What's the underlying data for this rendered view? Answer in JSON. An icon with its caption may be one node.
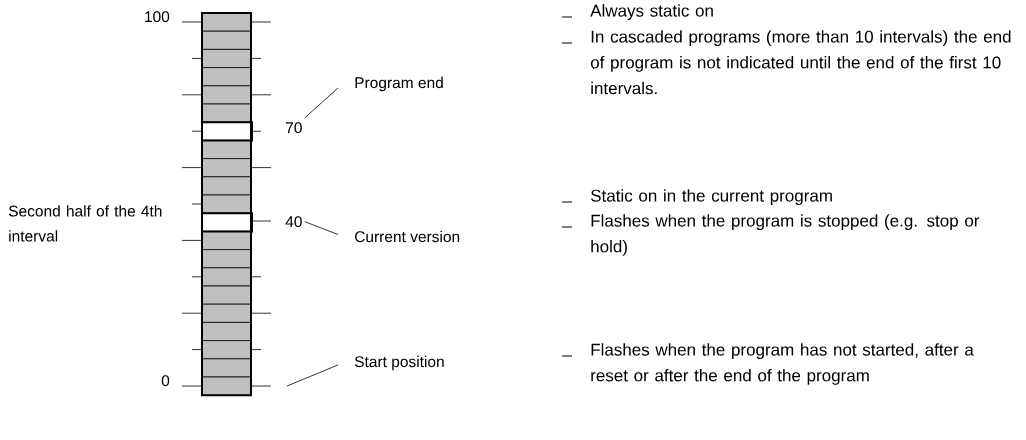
{
  "diagram": {
    "nodes": [
      {
        "text": [
          "Program end"
        ]
      },
      {
        "text": [
          "70"
        ]
      },
      {
        "text": [
          "40"
        ]
      },
      {
        "text": [
          "Current version"
        ]
      },
      {
        "text": [
          "Start position"
        ]
      }
    ],
    "edges": [
      {
        "from": 0,
        "to": 1,
        "arrow": "none"
      },
      {
        "from": 3,
        "to": 2,
        "arrow": "none"
      },
      {
        "from": 4,
        "to": null,
        "arrow": "none"
      }
    ],
    "labels": [
      "100",
      "Second half of the 4th interval",
      "0",
      "Always static on",
      "In cascaded programs (more than 10 intervals) the end of program is not indicated until the end of the first 10 intervals.",
      "Static on in the current program",
      "Flashes when the program is stopped (e.g. stop or hold)",
      "Flashes when the program has not started, after a reset or after the end of the program"
    ]
  }
}
